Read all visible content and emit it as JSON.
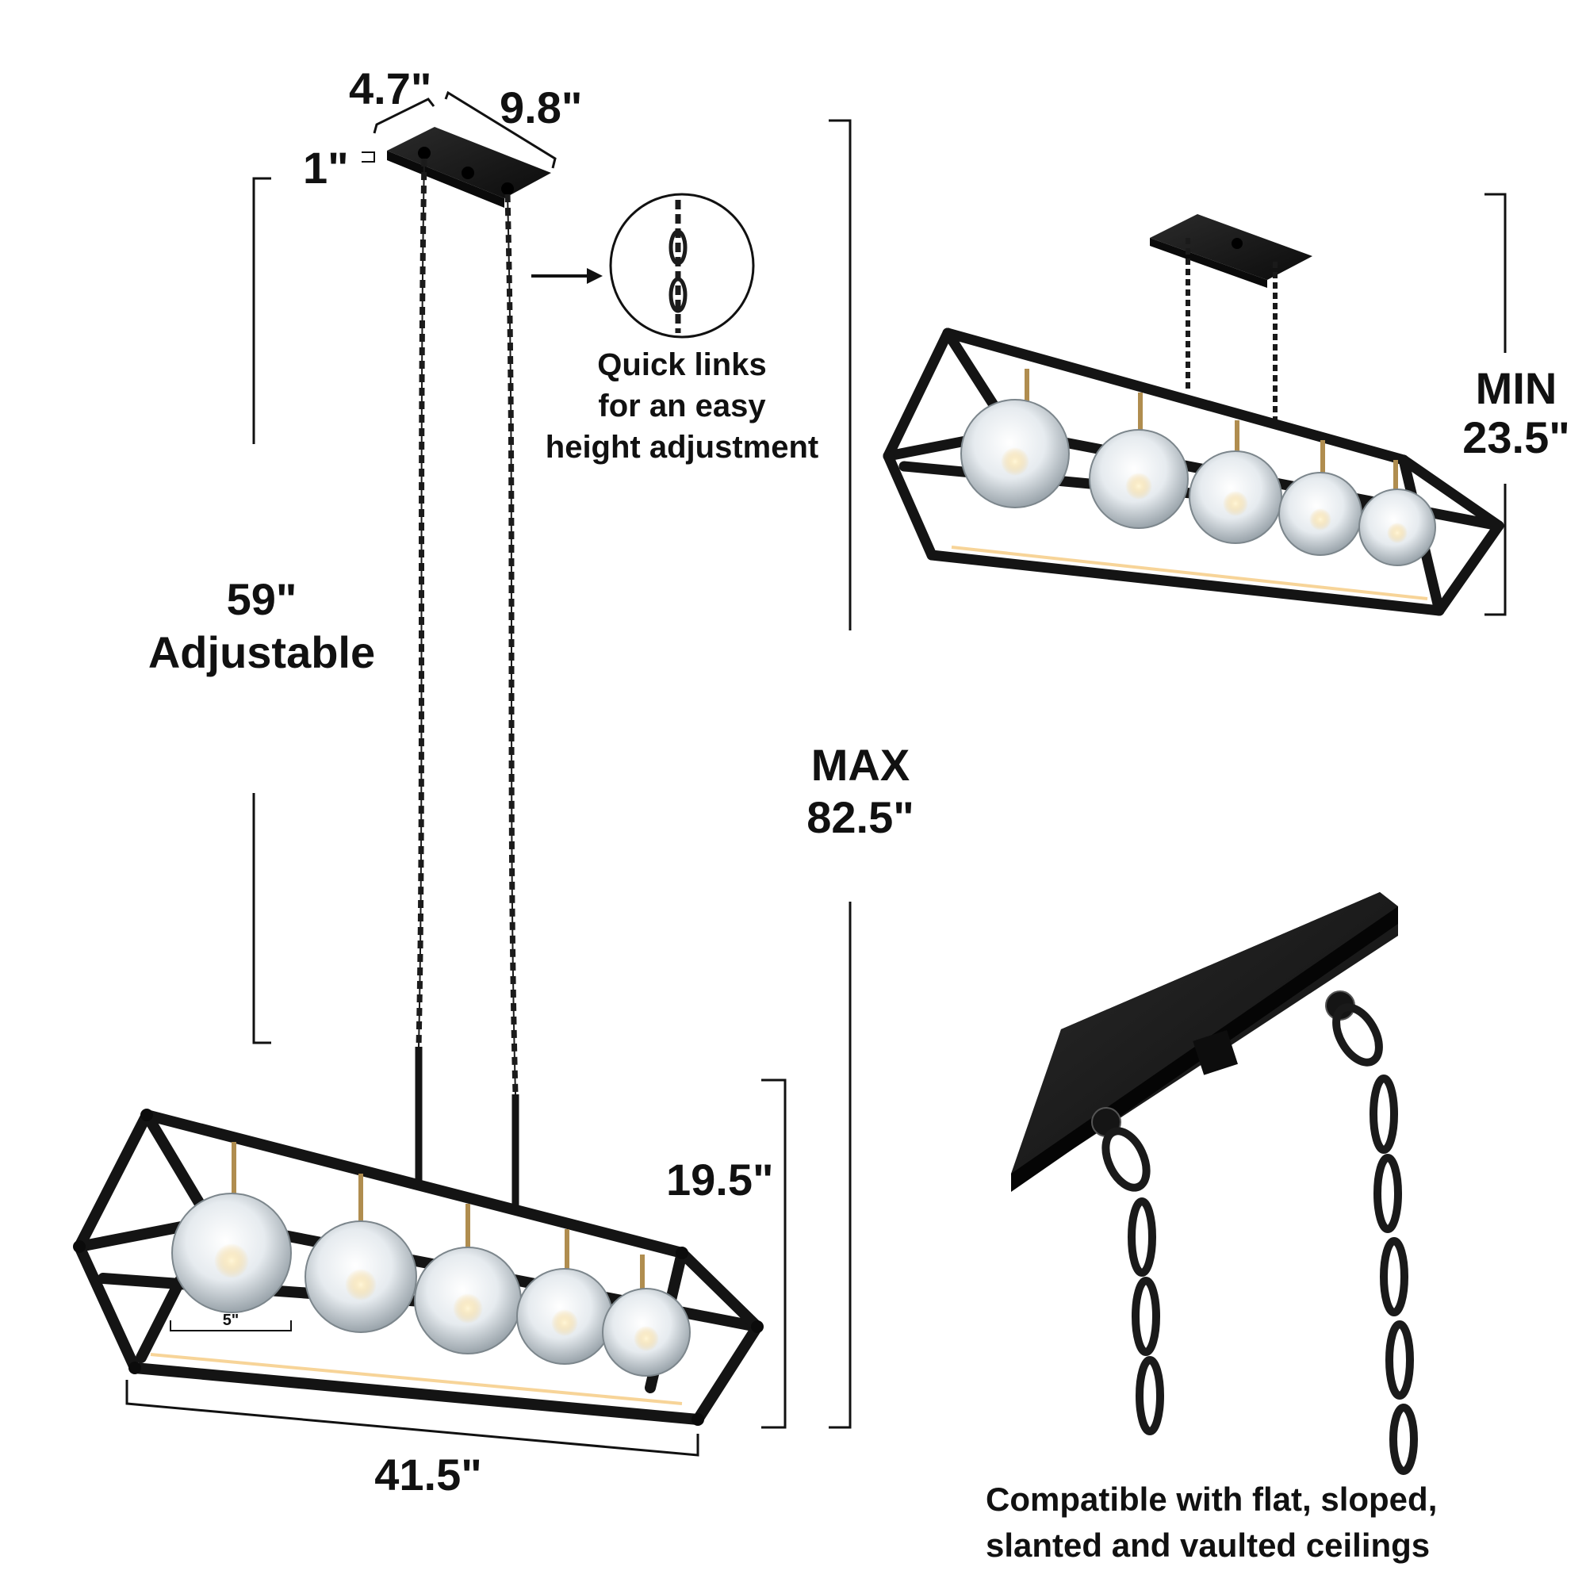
{
  "dimensions": {
    "canopy_width": "4.7\"",
    "canopy_length": "9.8\"",
    "canopy_height": "1\"",
    "chain_length": "59\"",
    "chain_note": "Adjustable",
    "fixture_height": "19.5\"",
    "fixture_length": "41.5\"",
    "globe_diameter": "5\"",
    "max_label": "MAX",
    "max_value": "82.5\"",
    "min_label": "MIN",
    "min_value": "23.5\""
  },
  "callouts": {
    "quick_links": [
      "Quick links",
      "for an easy",
      "height adjustment"
    ],
    "ceiling_compat": [
      "Compatible with flat, sloped,",
      "slanted and vaulted ceilings"
    ]
  },
  "colors": {
    "metal": "#1a1a1a",
    "brass": "#b08d4f",
    "glass": "#e9eef2",
    "glow": "#ffd37a"
  }
}
